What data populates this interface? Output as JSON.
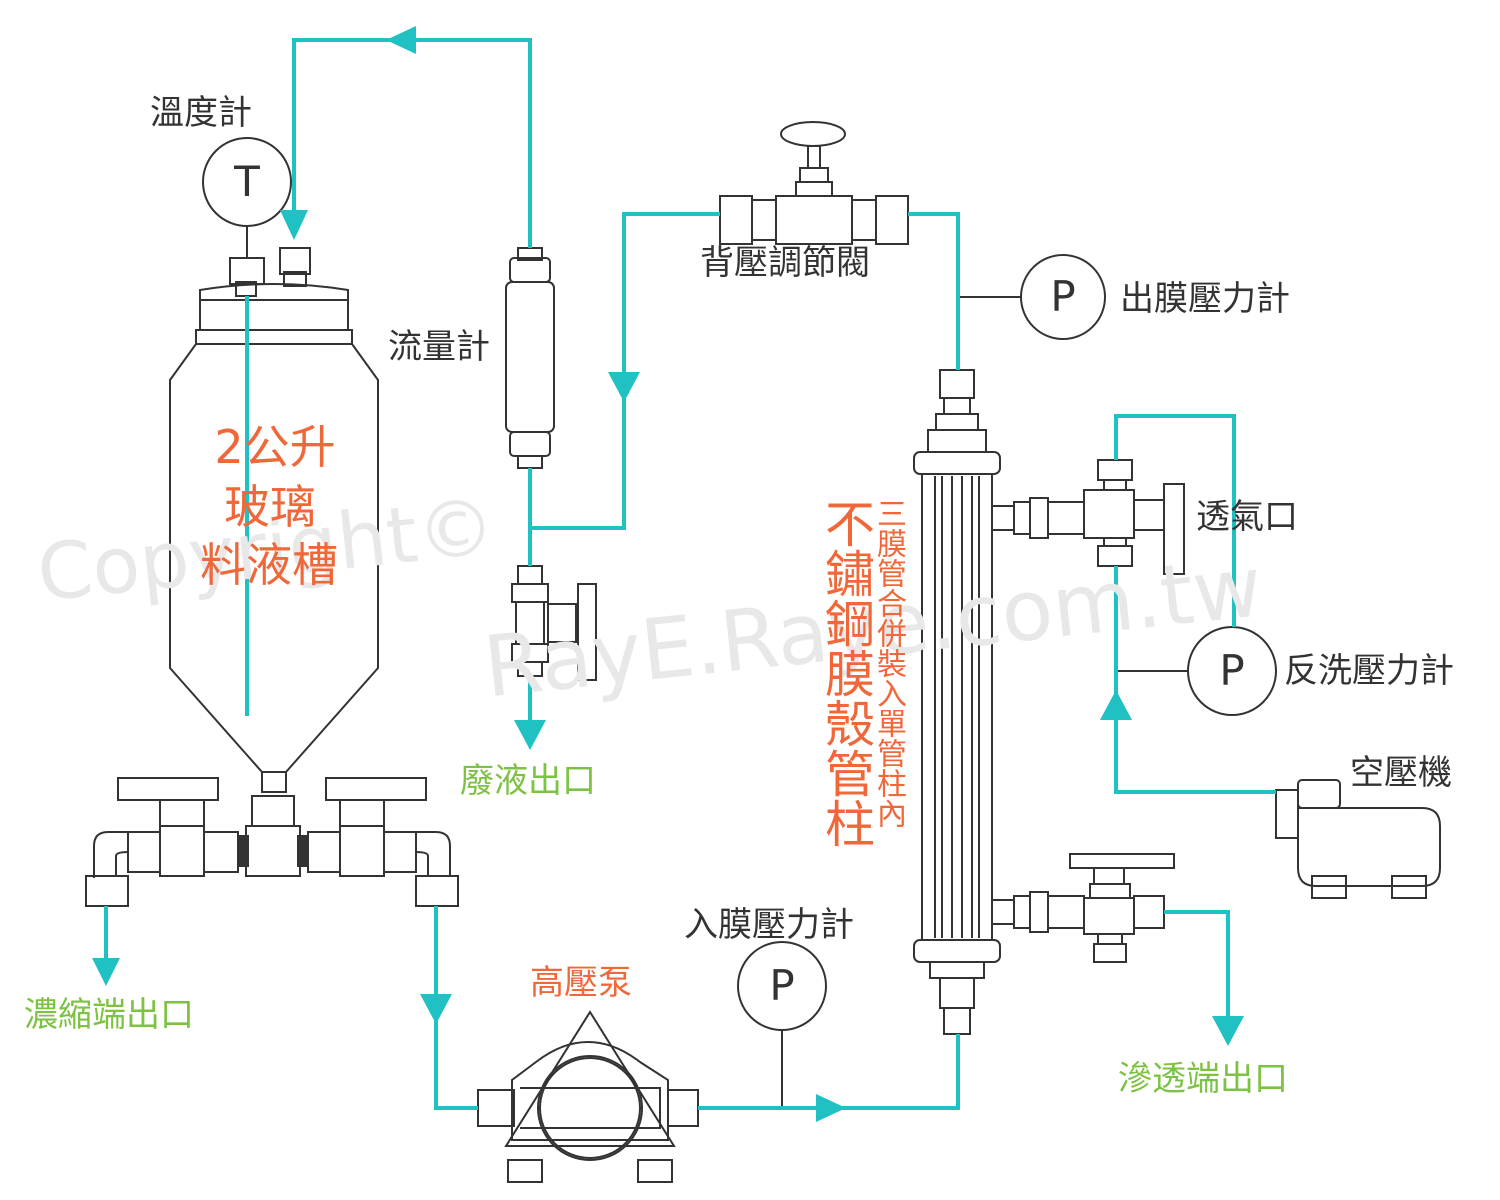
{
  "watermark": {
    "left_text": "Copyright©",
    "right_text": "RayE.Raye.com.tw"
  },
  "colors": {
    "pipe": "#1fc1c3",
    "line": "#333333",
    "green_label": "#7dc242",
    "orange_label": "#f0683a"
  },
  "labels": {
    "thermometer": "溫度計",
    "flowmeter": "流量計",
    "back_pressure_valve": "背壓調節閥",
    "outlet_pressure_gauge": "出膜壓力計",
    "vent": "透氣口",
    "backwash_pressure_gauge": "反洗壓力計",
    "air_compressor": "空壓機",
    "inlet_pressure_gauge": "入膜壓力計",
    "high_pressure_pump": "高壓泵",
    "waste_outlet": "廢液出口",
    "concentrate_outlet": "濃縮端出口",
    "permeate_outlet": "滲透端出口",
    "tank_line1": "2公升",
    "tank_line2": "玻璃",
    "tank_line3": "料液槽",
    "column_main": "不鏽鋼膜殼管柱",
    "column_note": "三膜管合併裝入單管柱內"
  },
  "gauges": {
    "thermometer_symbol": "T",
    "pressure_symbol": "P"
  }
}
